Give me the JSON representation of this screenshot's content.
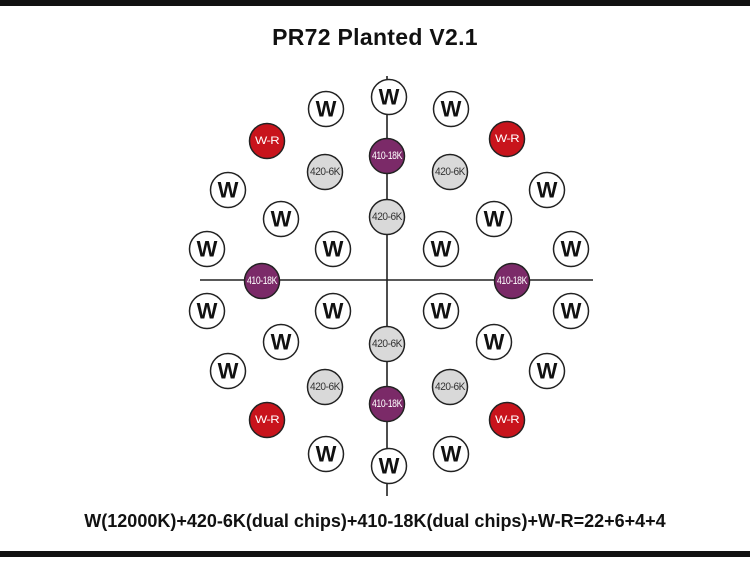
{
  "title": "PR72 Planted V2.1",
  "caption": "W(12000K)+420-6K(dual chips)+410-18K(dual chips)+W-R=22+6+4+4",
  "legend_types": {
    "W": {
      "label": "W",
      "fill": "#ffffff",
      "text_color": "#111111"
    },
    "420": {
      "label": "420-6K",
      "fill": "#d9d9d9",
      "text_color": "#333333"
    },
    "410": {
      "label": "410-18K",
      "fill": "#7b2a68",
      "text_color": "#ffffff"
    },
    "WR": {
      "label": "W-R",
      "fill": "#c8141c",
      "text_color": "#ffffff"
    }
  }
}
